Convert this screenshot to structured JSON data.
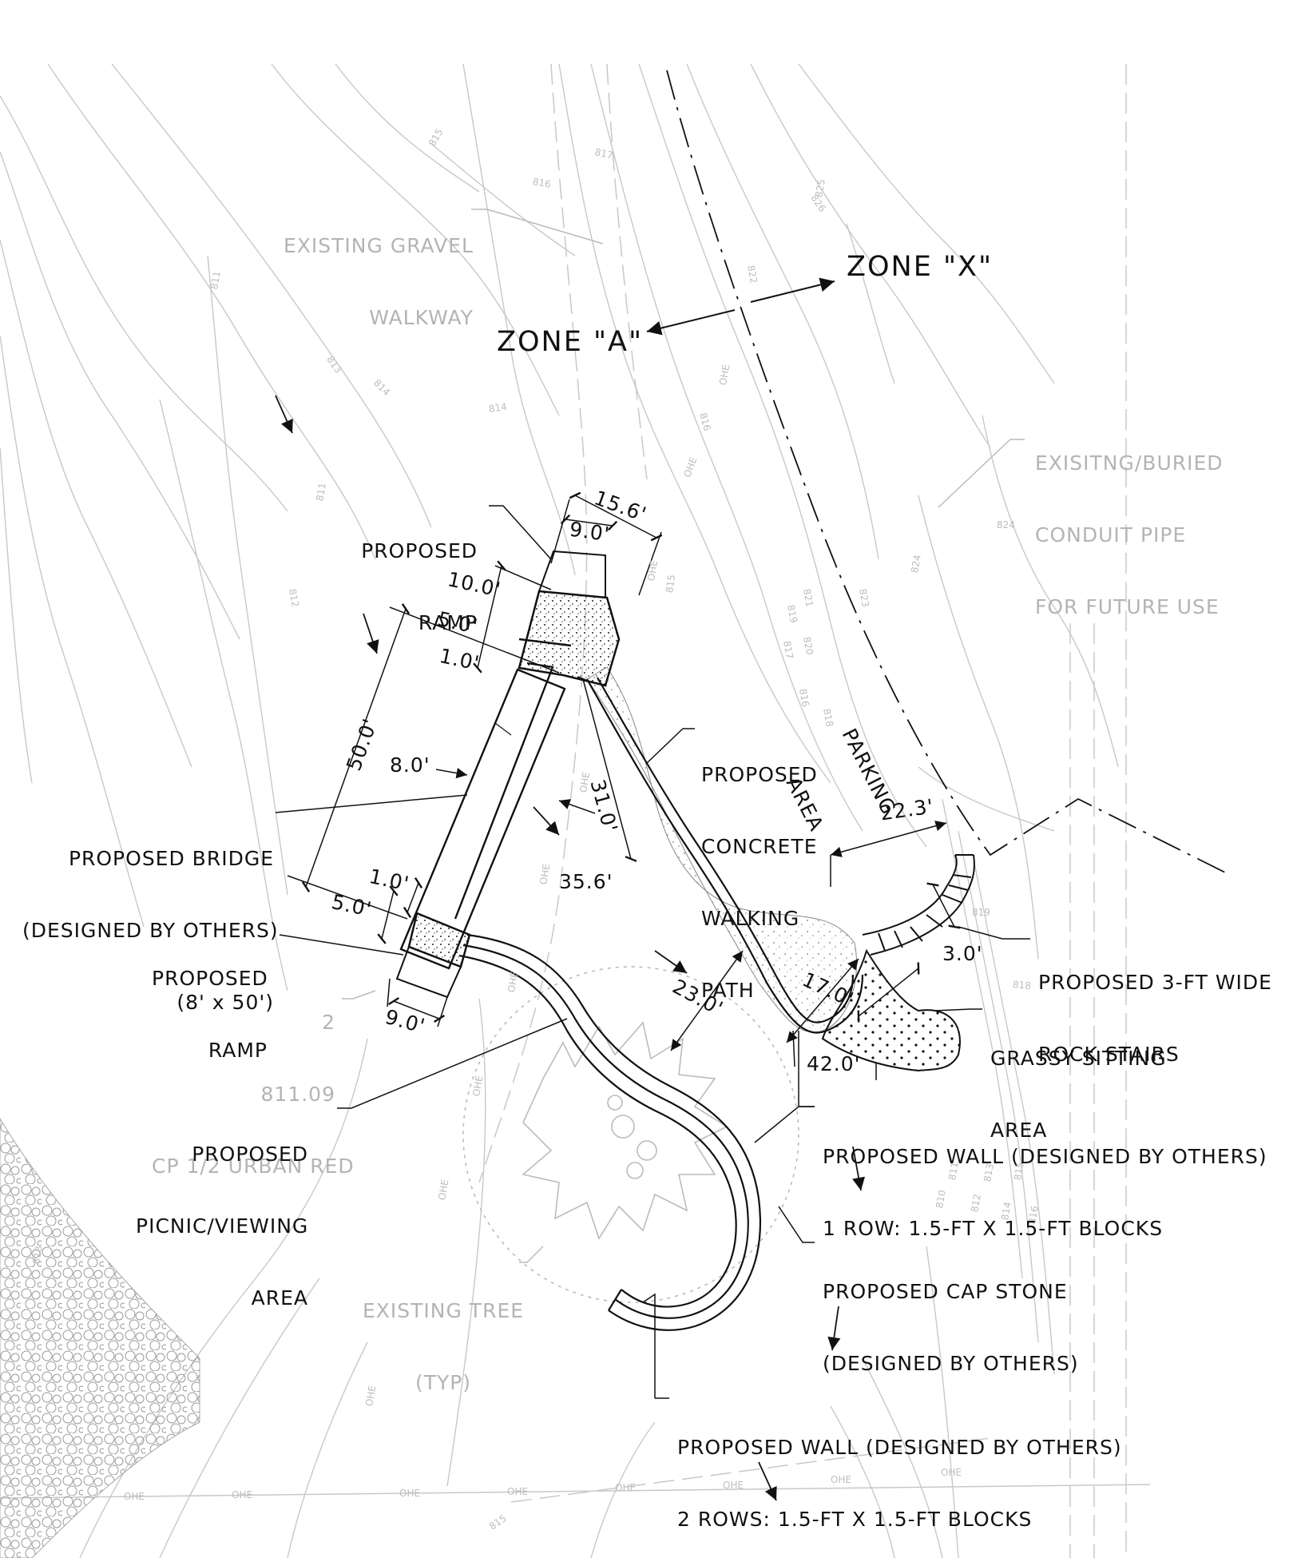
{
  "labels": {
    "gravel_walkway": [
      "EXISTING GRAVEL",
      "WALKWAY"
    ],
    "zone_x": "ZONE \"X\"",
    "zone_a": "ZONE \"A\"",
    "conduit": [
      "EXISITNG/BURIED",
      "CONDUIT PIPE",
      "FOR FUTURE USE"
    ],
    "ramp_top": [
      "PROPOSED",
      "RAMP"
    ],
    "concrete_path": [
      "PROPOSED",
      "CONCRETE",
      "WALKING",
      "PATH"
    ],
    "parking": [
      "PARKING",
      "AREA"
    ],
    "bridge": [
      "PROPOSED BRIDGE",
      "(DESIGNED BY OTHERS)",
      "(8' x 50')"
    ],
    "ramp_bottom": [
      "PROPOSED",
      "RAMP"
    ],
    "rock_stairs": [
      "PROPOSED 3-FT WIDE",
      "ROCK STAIRS"
    ],
    "grassy_area": [
      "GRASSY SITTING",
      "AREA"
    ],
    "control_point": [
      "2",
      "811.09",
      "CP 1/2 URBAN RED"
    ],
    "picnic_area": [
      "PROPOSED",
      "PICNIC/VIEWING",
      "AREA"
    ],
    "wall_one_row": [
      "PROPOSED WALL (DESIGNED BY OTHERS)",
      "1 ROW: 1.5-FT X 1.5-FT BLOCKS"
    ],
    "cap_stone": [
      "PROPOSED CAP STONE",
      "(DESIGNED BY OTHERS)"
    ],
    "existing_tree": [
      "EXISTING TREE",
      "(TYP)"
    ],
    "wall_two_rows": [
      "PROPOSED WALL (DESIGNED BY OTHERS)",
      "2 ROWS: 1.5-FT X 1.5-FT BLOCKS"
    ]
  },
  "dimensions": {
    "d15_6": "15.6'",
    "d9_0_top": "9.0'",
    "d10_0": "10.0'",
    "d5_0_top": "5.0'",
    "d1_0_top": "1.0'",
    "d50_0": "50.0'",
    "d8_0": "8.0'",
    "d31_0": "31.0'",
    "d1_0_bot": "1.0'",
    "d5_0_bot": "5.0'",
    "d35_6": "35.6'",
    "d9_0_bot": "9.0'",
    "d22_3": "22.3'",
    "d3_0": "3.0'",
    "d17_0": "17.0'",
    "d23_0": "23.0'",
    "d42_0": "42.0'"
  },
  "contours": [
    "811",
    "811",
    "812",
    "813",
    "814",
    "814",
    "815",
    "815",
    "816",
    "816",
    "816",
    "817",
    "817",
    "818",
    "818",
    "819",
    "819",
    "820",
    "821",
    "822",
    "823",
    "824",
    "824",
    "825",
    "826",
    "815",
    "810",
    "811",
    "812",
    "813",
    "814",
    "815",
    "816",
    "818"
  ],
  "utility": "OHE",
  "colors": {
    "linework": "#111111",
    "background_linework": "#c8c8c8",
    "faint_text": "#b4b4b4"
  }
}
